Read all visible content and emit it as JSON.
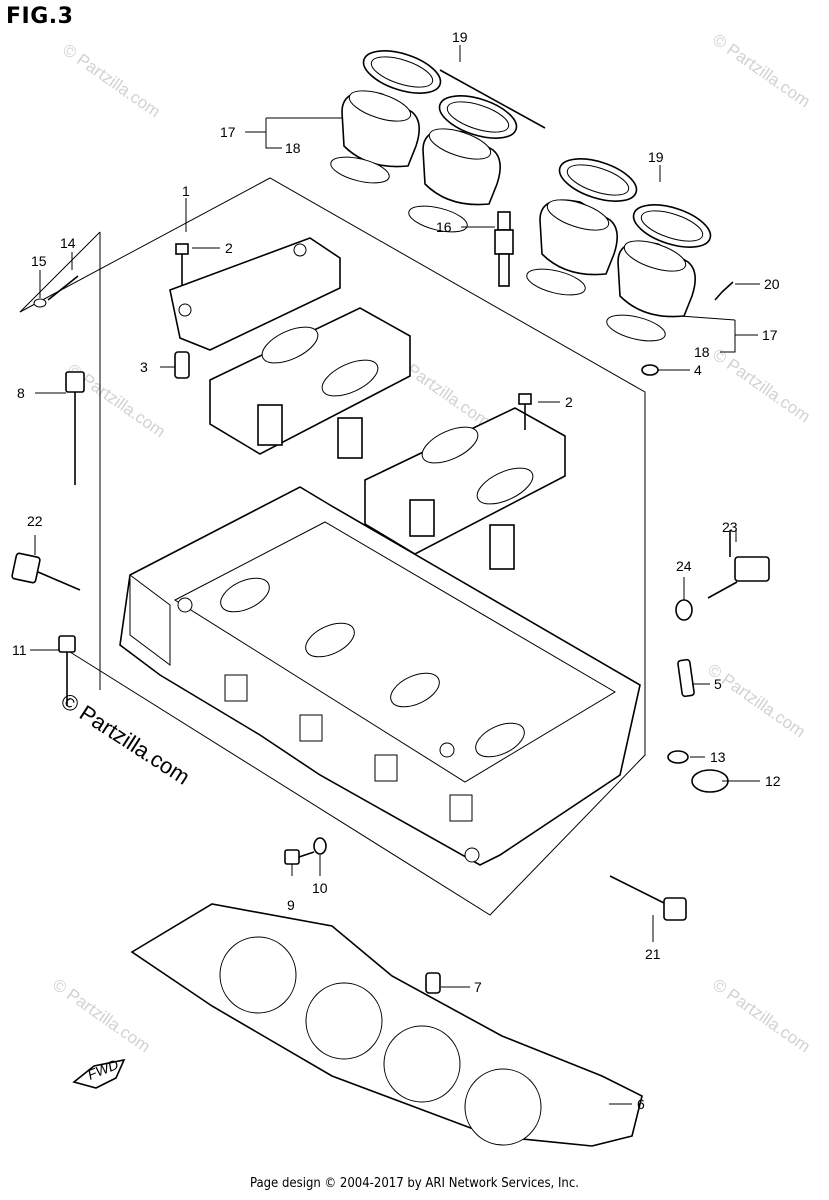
{
  "figure": {
    "title": "FIG.3"
  },
  "watermarks": {
    "small": "© Partzilla.com",
    "large": "© Partzilla.com"
  },
  "footer": {
    "text": "Page design © 2004-2017 by ARI Network Services, Inc."
  },
  "fwd_label": "FWD",
  "callouts": {
    "c1": "1",
    "c2a": "2",
    "c2b": "2",
    "c3": "3",
    "c4": "4",
    "c5": "5",
    "c6": "6",
    "c7": "7",
    "c8": "8",
    "c9": "9",
    "c10": "10",
    "c11": "11",
    "c12": "12",
    "c13": "13",
    "c14": "14",
    "c15": "15",
    "c16": "16",
    "c17a": "17",
    "c17b": "17",
    "c18a": "18",
    "c18b": "18",
    "c19a": "19",
    "c19b": "19",
    "c20": "20",
    "c21": "21",
    "c22": "22",
    "c23": "23",
    "c24": "24"
  }
}
